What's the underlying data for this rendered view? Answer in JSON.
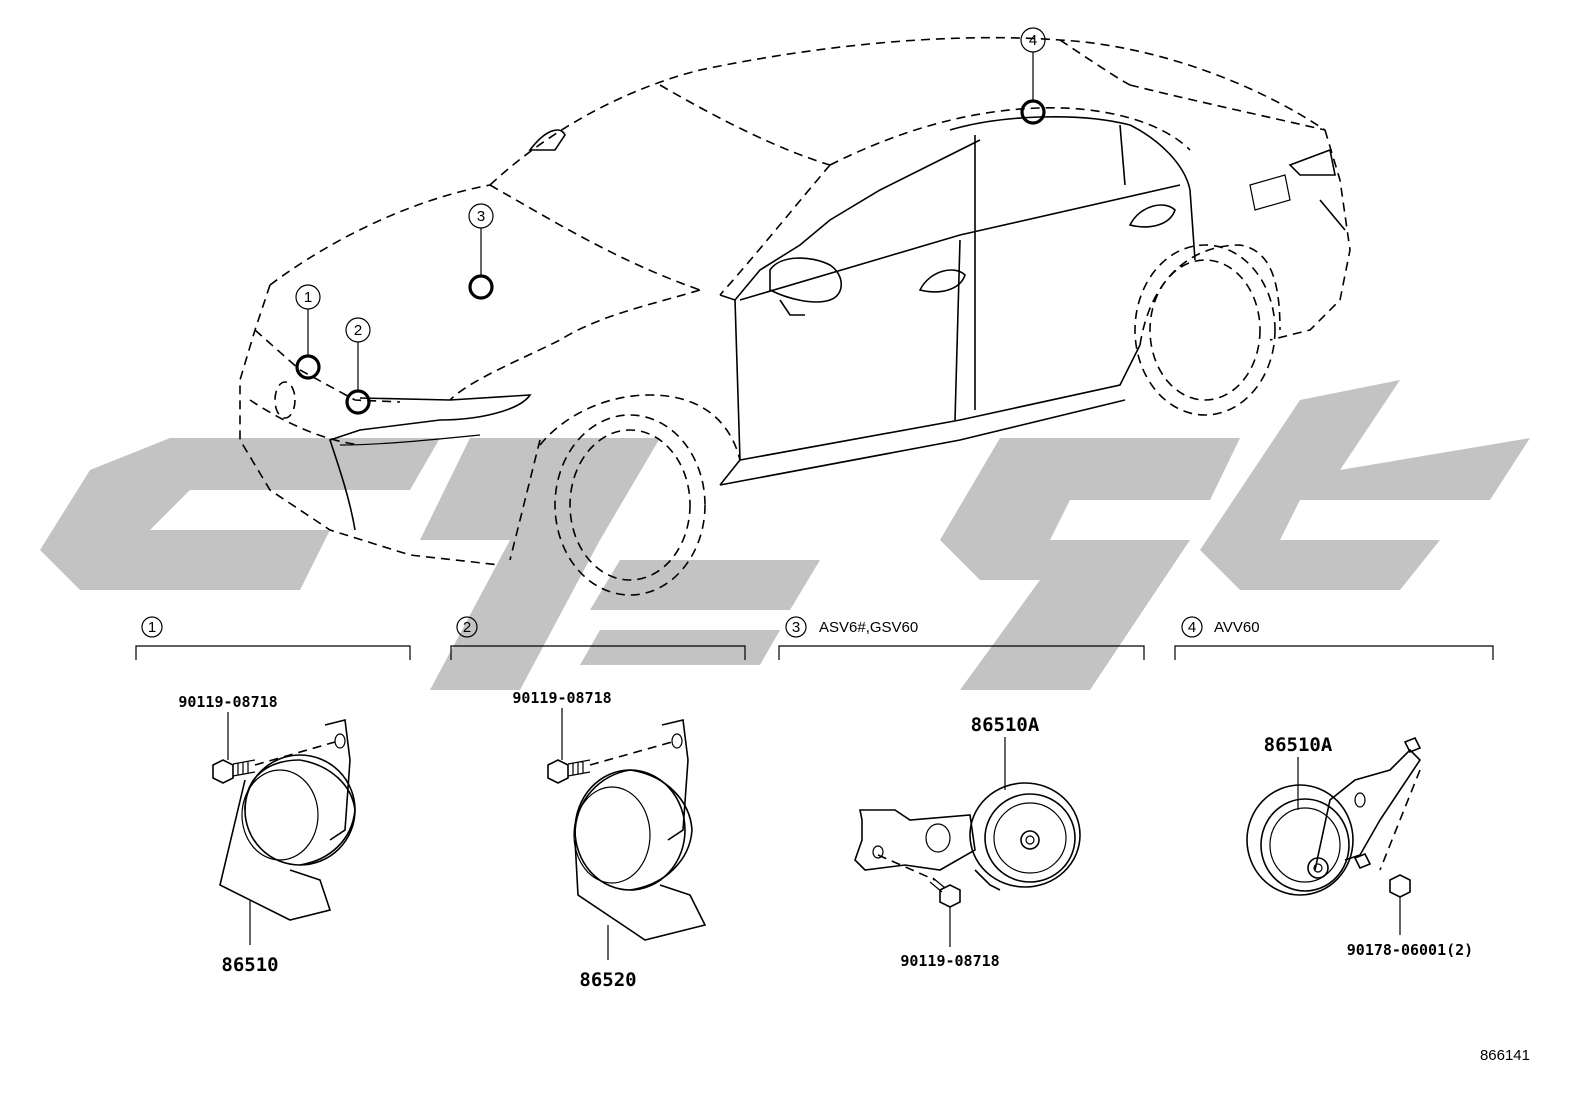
{
  "watermark": {
    "color": "#b9b9b9"
  },
  "car_callouts": [
    "1",
    "2",
    "3",
    "4"
  ],
  "sections": [
    {
      "num": "1",
      "label": ""
    },
    {
      "num": "2",
      "label": ""
    },
    {
      "num": "3",
      "label": "ASV6#,GSV60"
    },
    {
      "num": "4",
      "label": "AVV60"
    }
  ],
  "parts": {
    "s1_bolt": "90119-08718",
    "s1_horn": "86510",
    "s2_bolt": "90119-08718",
    "s2_horn": "86520",
    "s3_horn": "86510A",
    "s3_bolt": "90119-08718",
    "s4_horn": "86510A",
    "s4_nut": "90178-06001(2)"
  },
  "diagram_code": "866141"
}
